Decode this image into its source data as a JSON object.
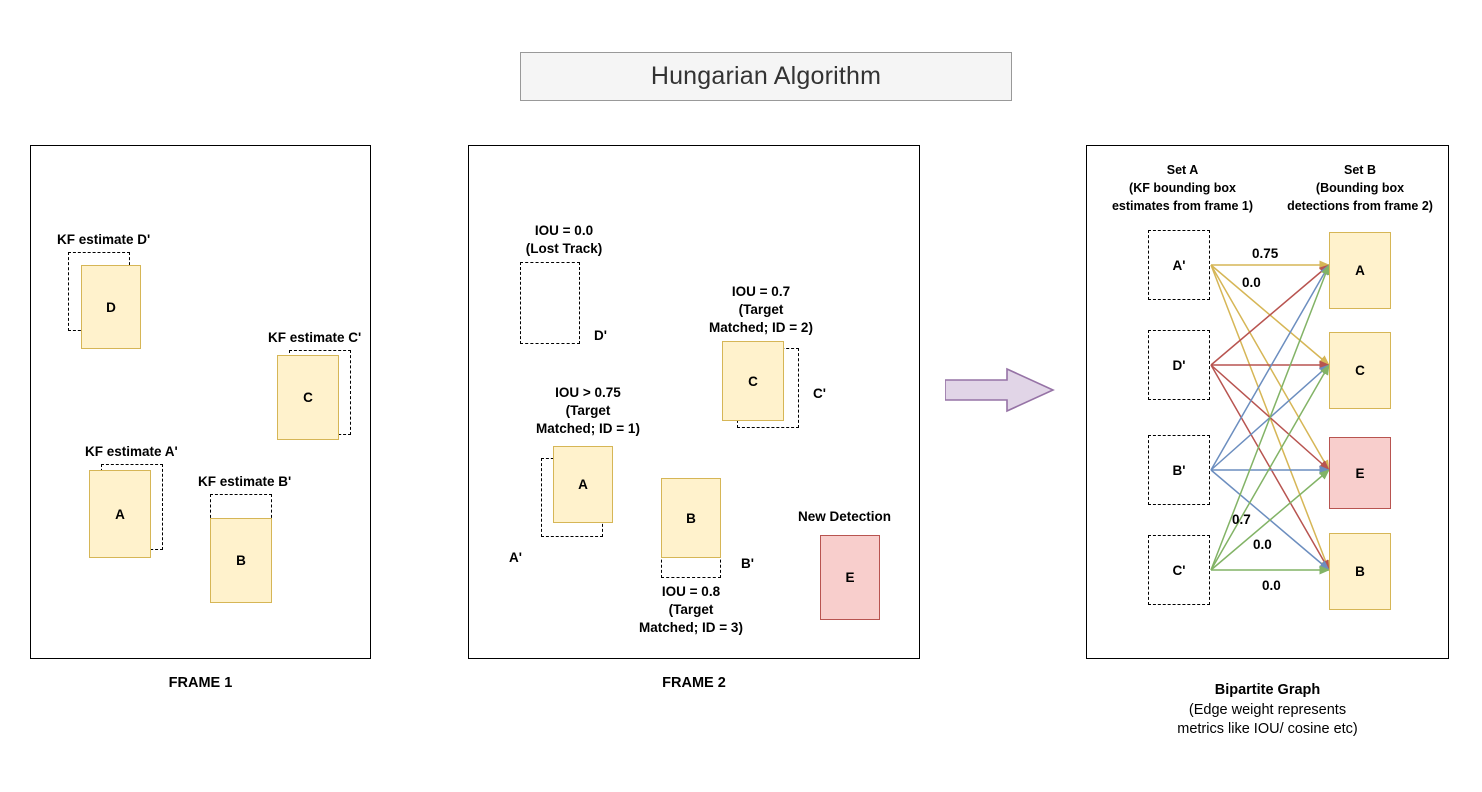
{
  "title": {
    "text": "Hungarian Algorithm"
  },
  "panels": {
    "frame1": {
      "caption": "FRAME 1",
      "labels": [
        {
          "name": "kf-estimate-d",
          "text": "KF estimate D'"
        },
        {
          "name": "kf-estimate-c",
          "text": "KF estimate C'"
        },
        {
          "name": "kf-estimate-a",
          "text": "KF estimate A'"
        },
        {
          "name": "kf-estimate-b",
          "text": "KF estimate B'"
        }
      ],
      "boxes": [
        {
          "name": "box-d",
          "label": "D",
          "kind": "solid-yellow"
        },
        {
          "name": "box-c",
          "label": "C",
          "kind": "solid-yellow"
        },
        {
          "name": "box-a",
          "label": "A",
          "kind": "solid-yellow"
        },
        {
          "name": "box-b",
          "label": "B",
          "kind": "solid-yellow"
        }
      ]
    },
    "frame2": {
      "caption": "FRAME 2",
      "annotations": {
        "d_prime": "IOU = 0.0\n(Lost Track)",
        "d_prime_tag": "D'",
        "c": "IOU = 0.7\n(Target\nMatched; ID = 2)",
        "c_prime_tag": "C'",
        "a": "IOU > 0.75\n(Target\nMatched; ID = 1)",
        "a_prime_tag": "A'",
        "b": "IOU = 0.8\n(Target\nMatched; ID = 3)",
        "b_prime_tag": "B'",
        "new_detection": "New Detection"
      },
      "boxes": [
        {
          "name": "box-c",
          "label": "C",
          "kind": "solid-yellow"
        },
        {
          "name": "box-a",
          "label": "A",
          "kind": "solid-yellow"
        },
        {
          "name": "box-b",
          "label": "B",
          "kind": "solid-yellow"
        },
        {
          "name": "box-e",
          "label": "E",
          "kind": "solid-red"
        }
      ]
    },
    "graph": {
      "caption_title": "Bipartite Graph",
      "caption_sub": "(Edge weight represents\nmetrics like IOU/ cosine etc)",
      "set_a_header": "Set A\n(KF bounding box\nestimates from frame 1)",
      "set_b_header": "Set B\n(Bounding box\ndetections from frame 2)",
      "left_nodes": [
        {
          "name": "node-a-prime",
          "label": "A'",
          "color": "#d6b656"
        },
        {
          "name": "node-d-prime",
          "label": "D'",
          "color": "#b85450"
        },
        {
          "name": "node-b-prime",
          "label": "B'",
          "color": "#6c8ebf"
        },
        {
          "name": "node-c-prime",
          "label": "C'",
          "color": "#82b366"
        }
      ],
      "right_nodes": [
        {
          "name": "node-a",
          "label": "A",
          "kind": "solid-yellow"
        },
        {
          "name": "node-c",
          "label": "C",
          "kind": "solid-yellow"
        },
        {
          "name": "node-e",
          "label": "E",
          "kind": "solid-red"
        },
        {
          "name": "node-b",
          "label": "B",
          "kind": "solid-yellow"
        }
      ],
      "edge_weights": [
        {
          "name": "weight-aprime-a",
          "value": "0.75"
        },
        {
          "name": "weight-aprime-c",
          "value": "0.0"
        },
        {
          "name": "weight-cprime-a",
          "value": "0.7"
        },
        {
          "name": "weight-cprime-e",
          "value": "0.0"
        },
        {
          "name": "weight-cprime-b",
          "value": "0.0"
        }
      ]
    }
  },
  "colors": {
    "yellow_fill": "#fff2cc",
    "yellow_stroke": "#d6b656",
    "red_fill": "#f8cecc",
    "red_stroke": "#b85450",
    "blue_stroke": "#6c8ebf",
    "green_stroke": "#82b366",
    "purple_fill": "#e1d5e7",
    "purple_stroke": "#9673a6",
    "title_bg": "#f5f5f5"
  },
  "chart_data": {
    "type": "diagram",
    "title": "Hungarian Algorithm",
    "bipartite": {
      "set_a": [
        "A'",
        "D'",
        "B'",
        "C'"
      ],
      "set_b": [
        "A",
        "C",
        "E",
        "B"
      ],
      "labeled_edges": [
        {
          "from": "A'",
          "to": "A",
          "weight": 0.75
        },
        {
          "from": "A'",
          "to": "C",
          "weight": 0.0
        },
        {
          "from": "C'",
          "to": "A",
          "weight": 0.7
        },
        {
          "from": "C'",
          "to": "E",
          "weight": 0.0
        },
        {
          "from": "C'",
          "to": "B",
          "weight": 0.0
        }
      ],
      "complete": true
    },
    "iou_annotations": [
      {
        "track": "D'",
        "iou": 0.0,
        "status": "Lost Track"
      },
      {
        "track": "A'",
        "iou": 0.75,
        "comparator": ">",
        "status": "Target Matched; ID = 1"
      },
      {
        "track": "C'",
        "iou": 0.7,
        "status": "Target Matched; ID = 2"
      },
      {
        "track": "B'",
        "iou": 0.8,
        "status": "Target Matched; ID = 3"
      },
      {
        "track": "E",
        "status": "New Detection"
      }
    ]
  }
}
